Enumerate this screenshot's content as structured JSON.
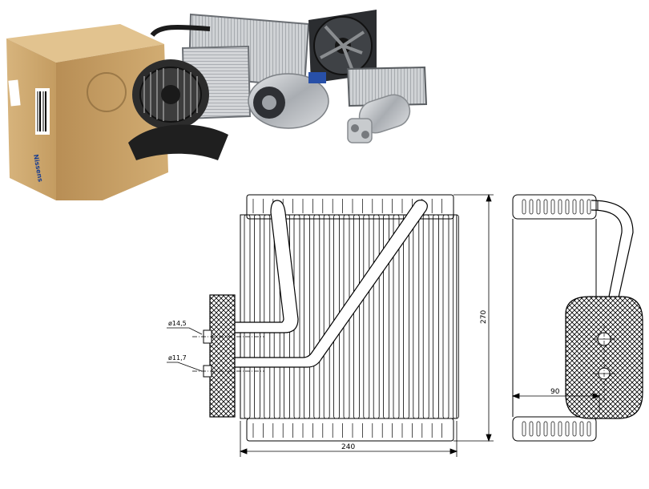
{
  "dimensions": {
    "width": "240",
    "height": "270",
    "depth": "90",
    "pipe_large": "ø14,5",
    "pipe_small": "ø11,7"
  },
  "box": {
    "brand": "Nissens"
  },
  "colors": {
    "line": "#000000",
    "box_cardboard": "#c9a36a",
    "box_dark": "#a77e45",
    "metal": "#b9bcc0",
    "metal_dark": "#55585c",
    "hatch": "#000000"
  }
}
